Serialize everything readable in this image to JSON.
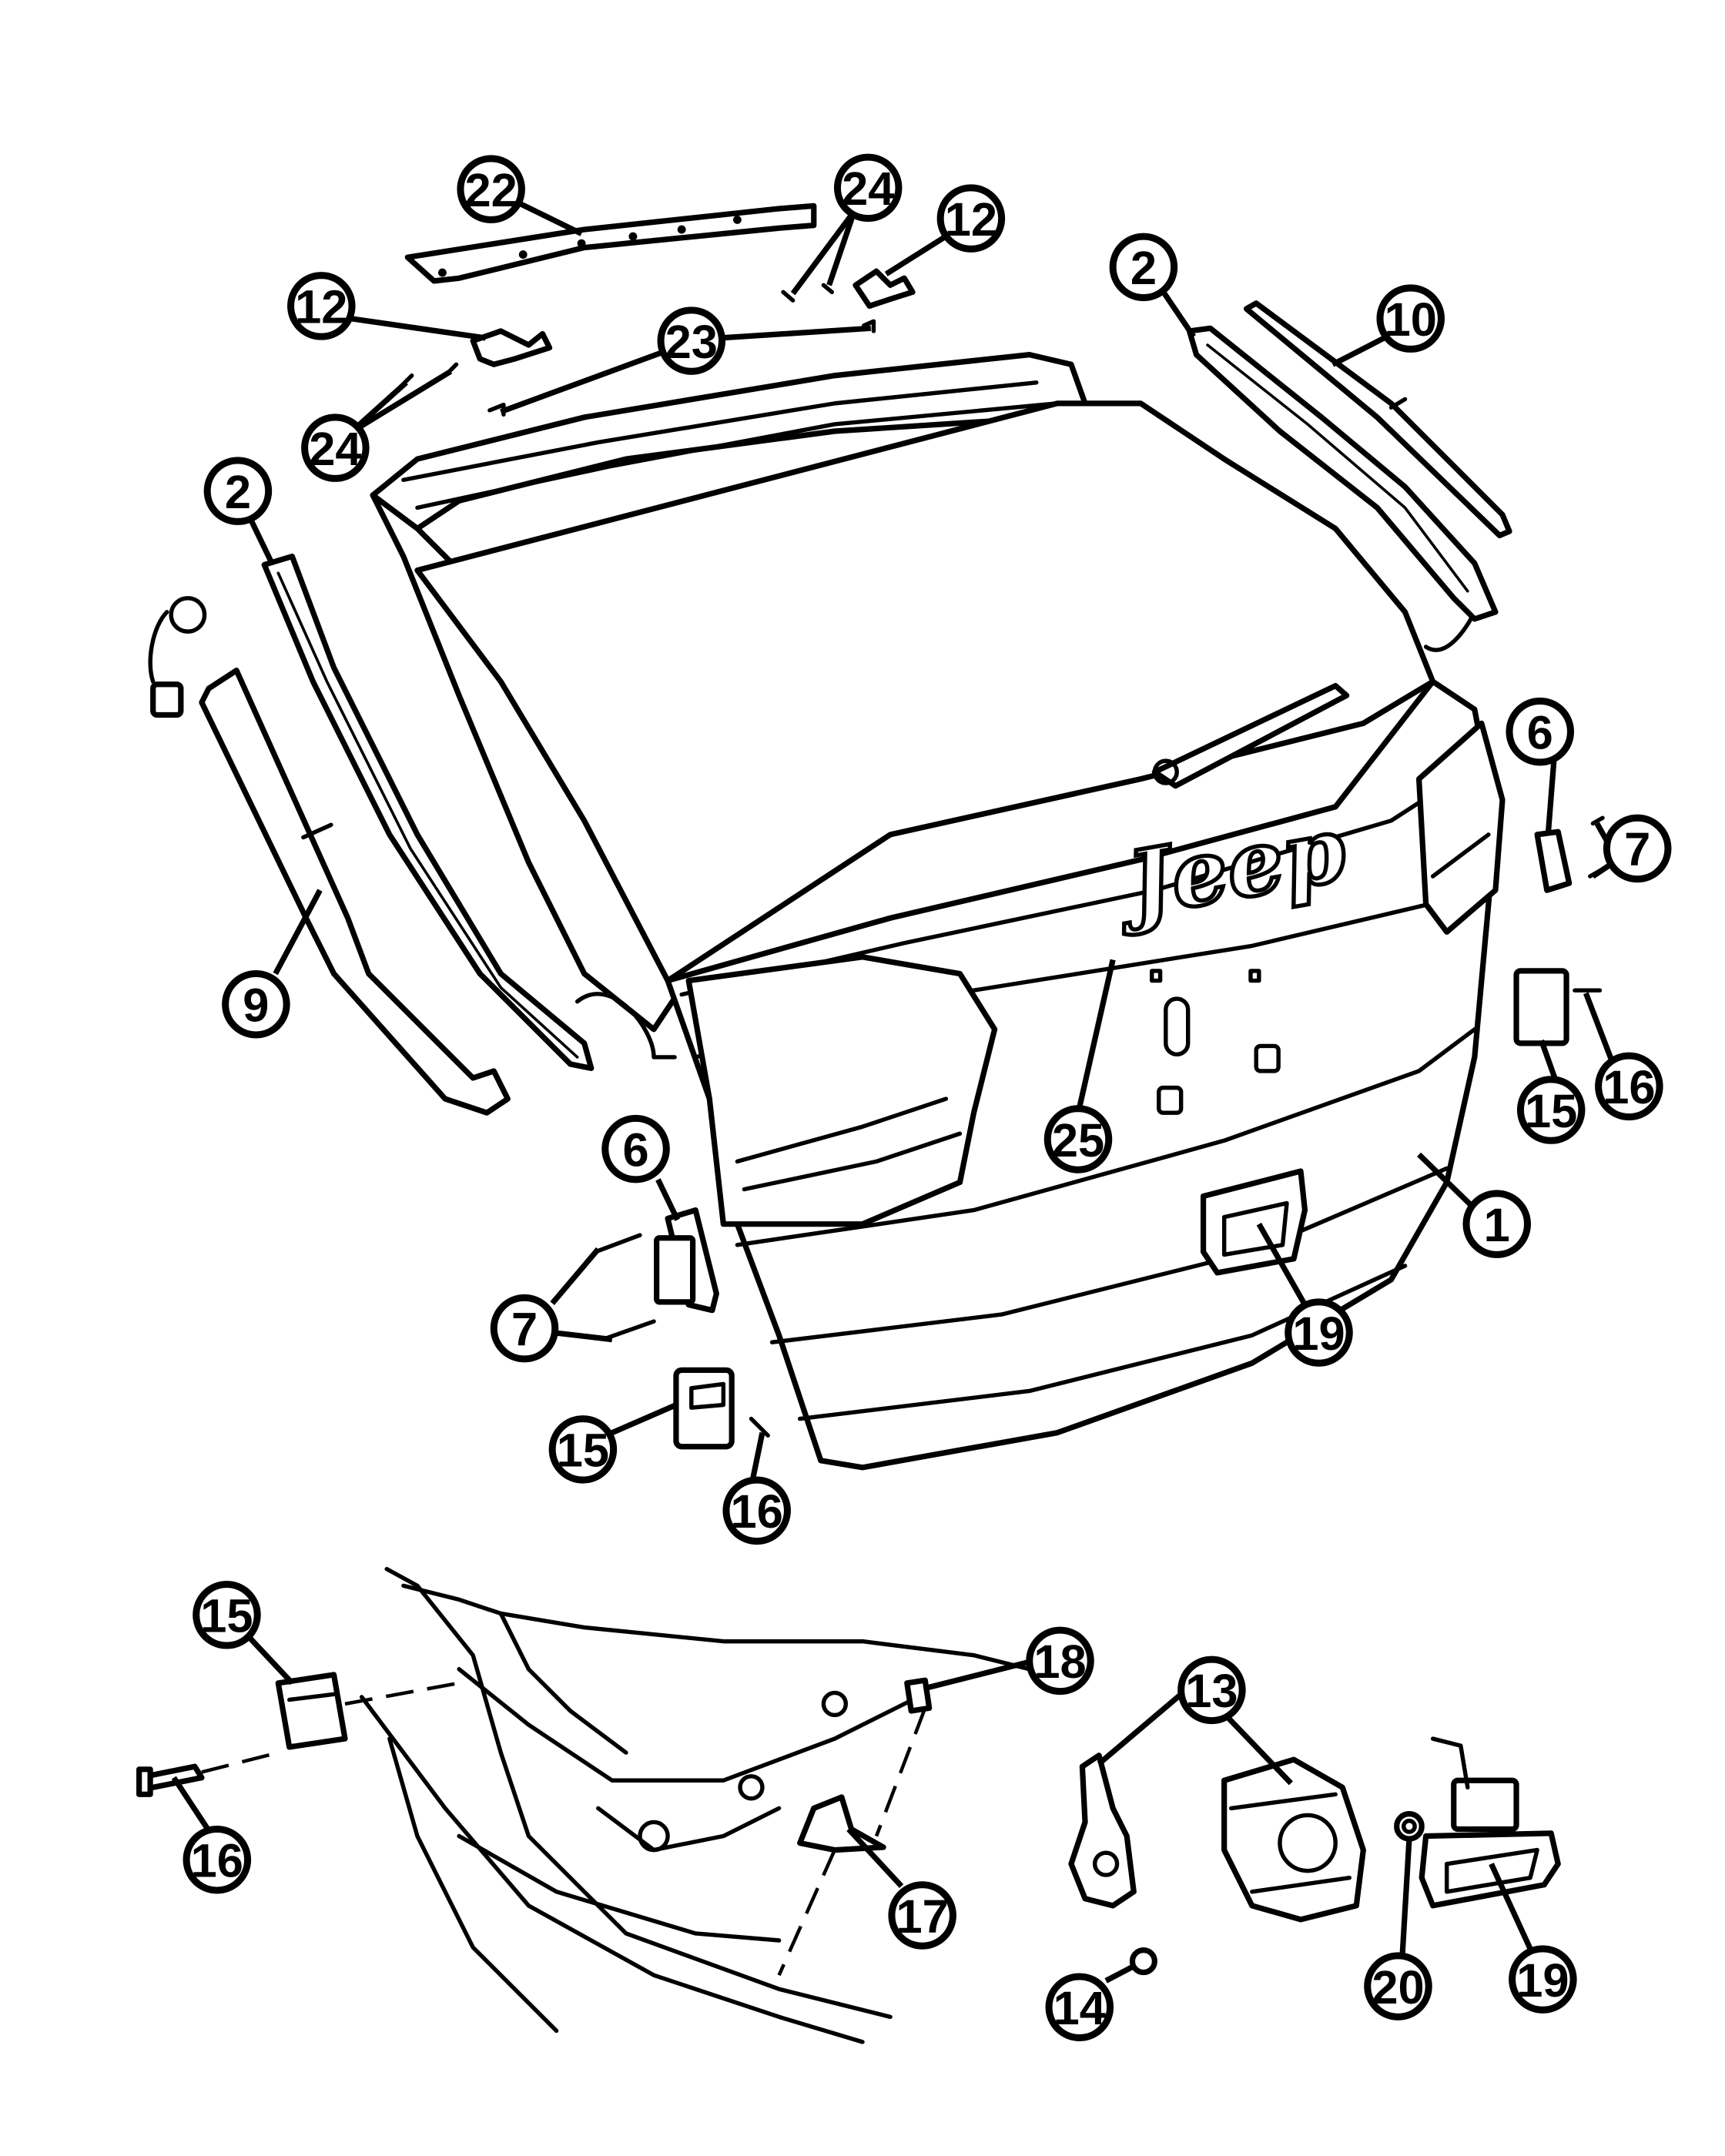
{
  "diagram": {
    "badge_text": "Jeep",
    "callouts": [
      {
        "id": "c22",
        "label": "22"
      },
      {
        "id": "c24a",
        "label": "24"
      },
      {
        "id": "c12a",
        "label": "12"
      },
      {
        "id": "c12b",
        "label": "12"
      },
      {
        "id": "c23",
        "label": "23"
      },
      {
        "id": "c24b",
        "label": "24"
      },
      {
        "id": "c2a",
        "label": "2"
      },
      {
        "id": "c10",
        "label": "10"
      },
      {
        "id": "c2b",
        "label": "2"
      },
      {
        "id": "c9",
        "label": "9"
      },
      {
        "id": "c6a",
        "label": "6"
      },
      {
        "id": "c7a",
        "label": "7"
      },
      {
        "id": "c15a",
        "label": "15"
      },
      {
        "id": "c16a",
        "label": "16"
      },
      {
        "id": "c25",
        "label": "25"
      },
      {
        "id": "c1",
        "label": "1"
      },
      {
        "id": "c6b",
        "label": "6"
      },
      {
        "id": "c7b",
        "label": "7"
      },
      {
        "id": "c19a",
        "label": "19"
      },
      {
        "id": "c15b",
        "label": "15"
      },
      {
        "id": "c16b",
        "label": "16"
      },
      {
        "id": "c15c",
        "label": "15"
      },
      {
        "id": "c16c",
        "label": "16"
      },
      {
        "id": "c18",
        "label": "18"
      },
      {
        "id": "c17",
        "label": "17"
      },
      {
        "id": "c13",
        "label": "13"
      },
      {
        "id": "c14",
        "label": "14"
      },
      {
        "id": "c20",
        "label": "20"
      },
      {
        "id": "c19b",
        "label": "19"
      }
    ]
  }
}
